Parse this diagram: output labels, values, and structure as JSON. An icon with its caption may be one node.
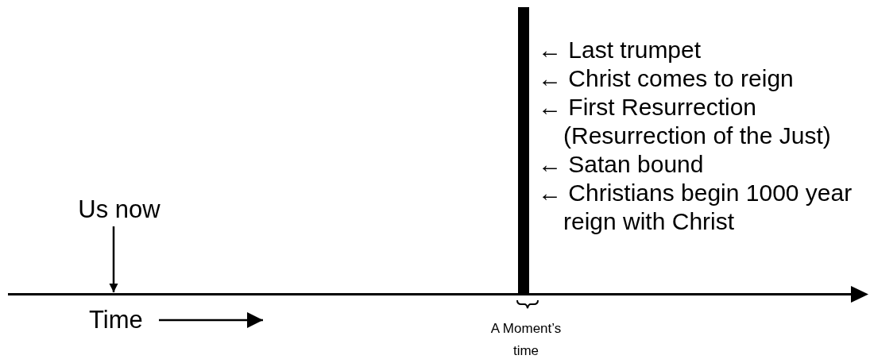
{
  "diagram": {
    "nodes": [
      {
        "text": [
          "Us now"
        ]
      },
      {
        "text": [],
        "shape": "line"
      },
      {
        "text": [],
        "shape": "bar",
        "beside": [
          "← Last trumpet",
          "← Christ comes to reign",
          "← First Resurrection (Resurrection of the Just)",
          "← Satan bound",
          "← Christians begin 1000 year reign with Christ"
        ]
      }
    ],
    "edges": [
      {
        "from": 0,
        "to": 1,
        "arrow": "to"
      }
    ],
    "labels": [
      "Time",
      "A Moment’s time"
    ]
  }
}
